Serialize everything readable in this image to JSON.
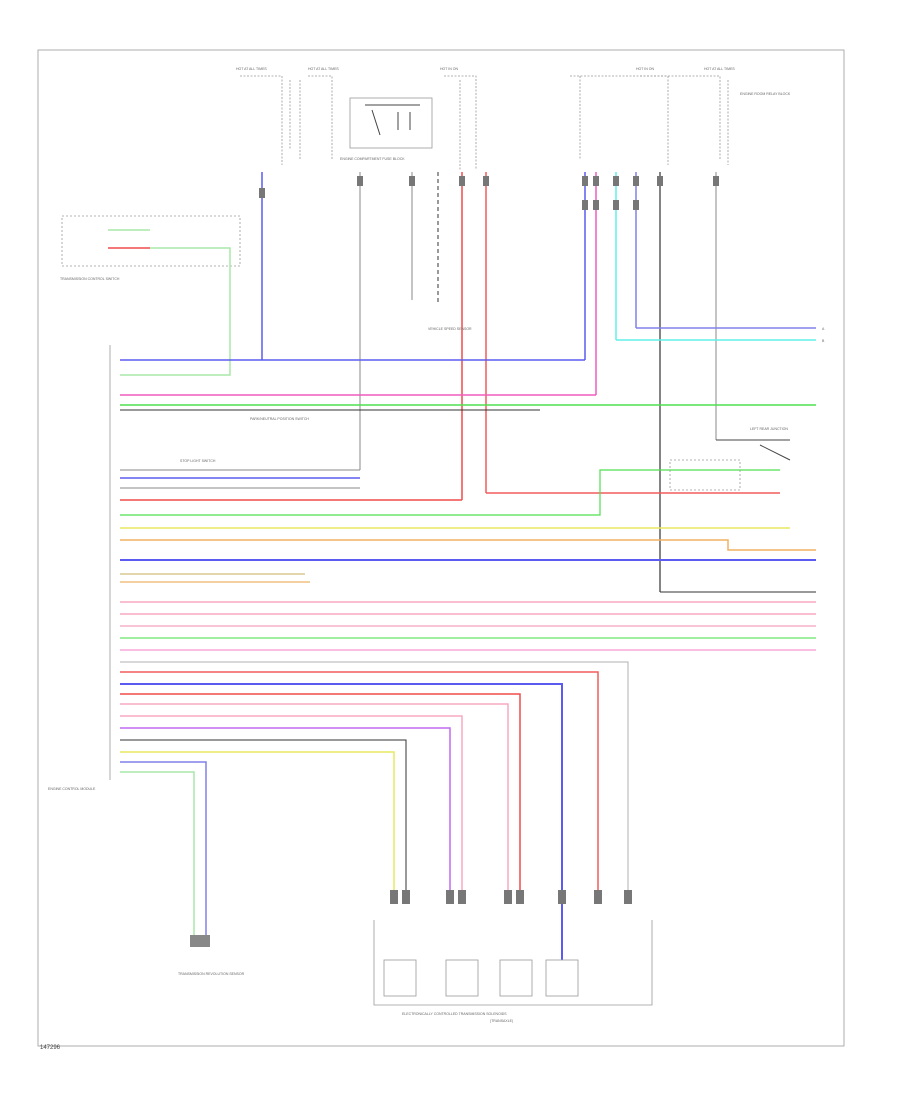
{
  "page_id": "147296",
  "colors": {
    "blue": "#5b5bf2",
    "pink": "#f25bbf",
    "green": "#4fe04f",
    "red": "#f24b4b",
    "yellow": "#e8e860",
    "orange": "#f0b060",
    "light_pink": "#f7a8c0",
    "violet": "#c06af0",
    "cyan": "#60f0e8",
    "grey": "#8a8a8a",
    "black": "#333333",
    "light_green": "#a8e8a8",
    "lavender": "#b8b8e8",
    "tan": "#d8c890"
  },
  "labels": {
    "top_fuse_1": "HOT AT ALL TIMES",
    "top_fuse_2": "HOT AT ALL TIMES",
    "top_fuse_3": "HOT IN ON",
    "top_fuse_4": "HOT IN ON",
    "top_fuse_5": "HOT AT ALL TIMES",
    "relay_box": "ENGINE COMPARTMENT FUSE BLOCK",
    "relay_box_right": "ENGINE ROOM RELAY BLOCK",
    "left_module": "TRANSMISSION CONTROL SWITCH",
    "ecm": "ENGINE CONTROL MODULE",
    "starter_relay": "STOP LIGHT SWITCH",
    "park_switch": "PARK/NEUTRAL POSITION SWITCH",
    "tcm_bottom": "ELECTRONICALLY CONTROLLED TRANSMISSION SOLENOIDS",
    "tcm_bottom_sub": "(TRANSAXLE)",
    "bottom_left_sensor": "TRANSMISSION REVOLUTION SENSOR",
    "right_relay": "LEFT REAR JUNCTION",
    "vehicle_speed": "VEHICLE SPEED SENSOR",
    "connector_a": "A",
    "connector_b": "B"
  }
}
